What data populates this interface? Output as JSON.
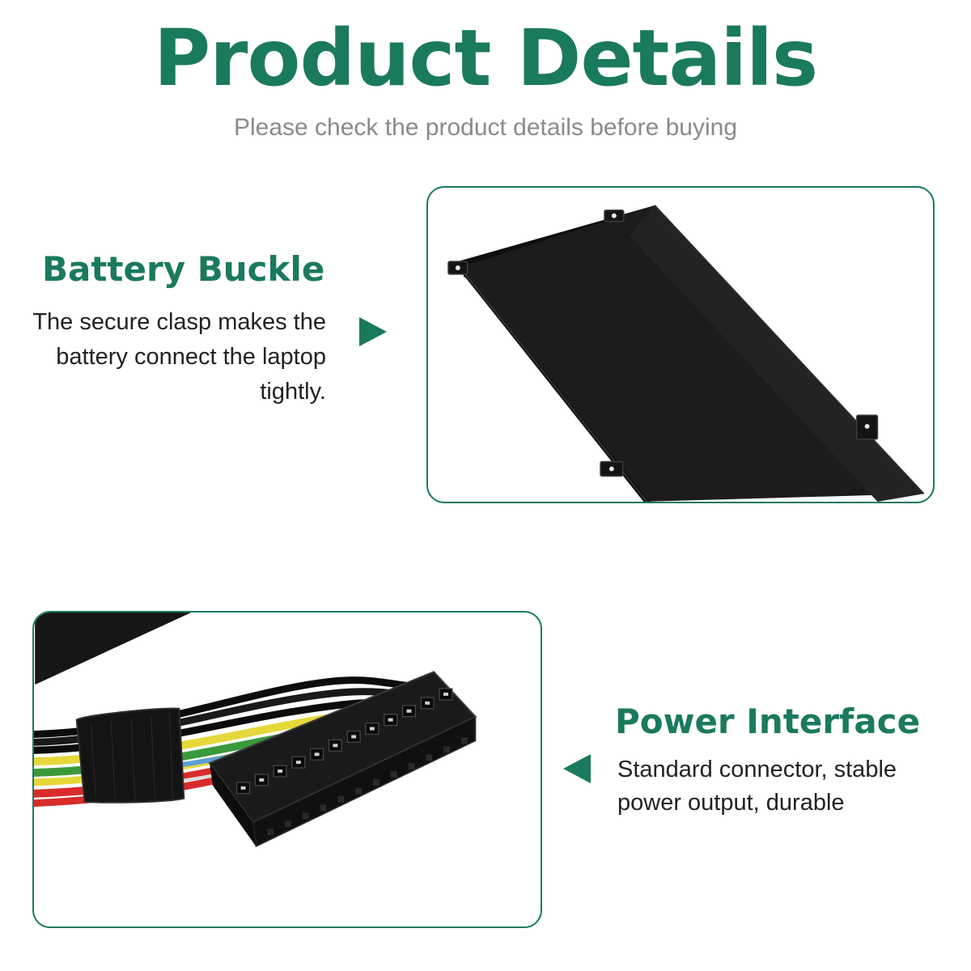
{
  "header": {
    "title": "Product Details",
    "subtitle": "Please check the product details before buying"
  },
  "features": {
    "buckle": {
      "heading": "Battery Buckle",
      "description": "The secure clasp makes the battery connect the laptop tightly.",
      "arrow_icon": "triangle-right-icon"
    },
    "power": {
      "heading": "Power Interface",
      "description": "Standard connector, stable power output, durable",
      "arrow_icon": "triangle-left-icon"
    }
  },
  "colors": {
    "accent": "#1a7a5e",
    "subtitle": "#8a8a8a",
    "body_text": "#222222",
    "battery_body": "#1c1c1c"
  }
}
